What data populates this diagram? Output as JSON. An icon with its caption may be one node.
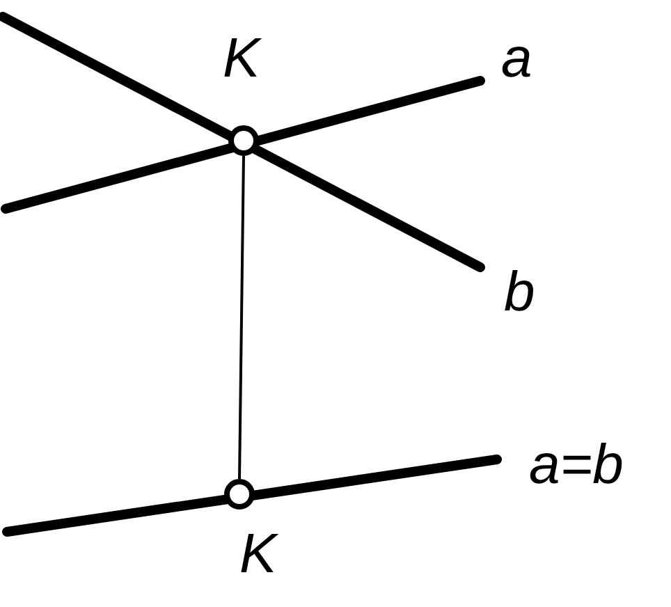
{
  "diagram": {
    "nodes": [
      {
        "text": [],
        "shape": "circle",
        "beside": [
          "K"
        ]
      },
      {
        "text": [],
        "shape": "circle",
        "beside": [
          "K"
        ]
      }
    ],
    "edges": [
      {
        "from": 0,
        "to": 1,
        "arrow": "none"
      }
    ],
    "labels": [
      "a",
      "b",
      "a=b"
    ]
  }
}
